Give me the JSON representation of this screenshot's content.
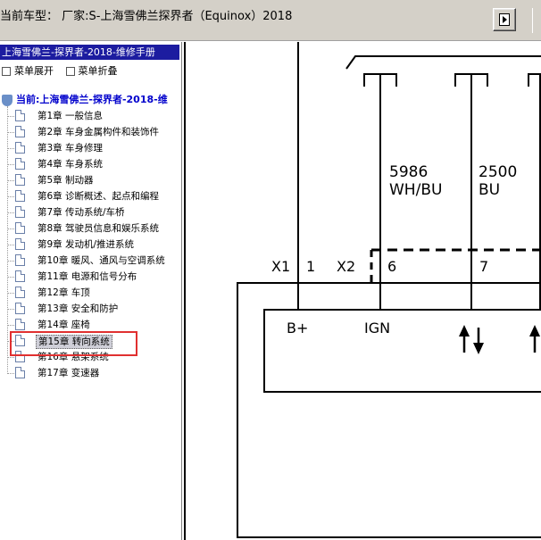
{
  "titlebar": {
    "text": "当前车型：  厂家:S-上海雪佛兰探界者（Equinox）2018",
    "nav_icon": "bookmark-arrow-icon"
  },
  "panel": {
    "header": "上海雪佛兰-探界者-2018-维修手册",
    "expand": "菜单展开",
    "collapse": "菜单折叠",
    "root": "当前:上海雪佛兰-探界者-2018-维",
    "items": [
      "第1章 一般信息",
      "第2章 车身金属构件和装饰件",
      "第3章 车身修理",
      "第4章 车身系统",
      "第5章 制动器",
      "第6章 诊断概述、起点和编程",
      "第7章 传动系统/车桥",
      "第8章 驾驶员信息和娱乐系统",
      "第9章 发动机/推进系统",
      "第10章 暖风、通风与空调系统",
      "第11章 电源和信号分布",
      "第12章 车顶",
      "第13章 安全和防护",
      "第14章 座椅",
      "第15章 转向系统",
      "第16章 悬架系统",
      "第17章 变速器"
    ],
    "selected_index": 14
  },
  "diagram": {
    "wire1": {
      "circuit": "5986",
      "color": "WH/BU"
    },
    "wire2": {
      "circuit": "2500",
      "color": "BU"
    },
    "connector_x1": "X1",
    "connector_x2": "X2",
    "pin_1": "1",
    "pin_6": "6",
    "pin_7": "7",
    "signal_bplus": "B+",
    "signal_ign": "IGN"
  }
}
